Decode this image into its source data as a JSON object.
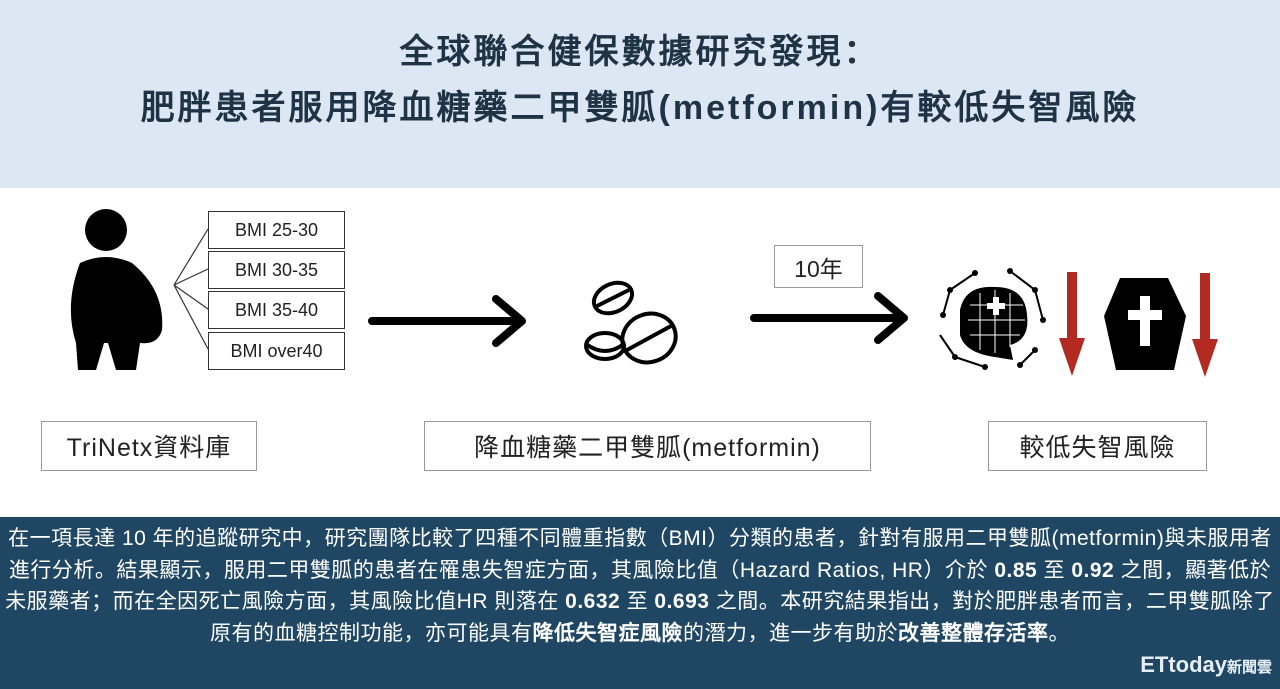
{
  "header": {
    "line1": "全球聯合健保數據研究發現：",
    "line2": "肥胖患者服用降血糖藥二甲雙胍(metformin)有較低失智風險"
  },
  "bmi_groups": [
    "BMI 25-30",
    "BMI 30-35",
    "BMI 35-40",
    "BMI over40"
  ],
  "duration": "10年",
  "labels": {
    "database": "TriNetx資料庫",
    "drug": "降血糖藥二甲雙胍(metformin)",
    "outcome": "較低失智風險"
  },
  "summary": {
    "p1": "在一項長達 10 年的追蹤研究中，研究團隊比較了四種不同體重指數（BMI）分類的患者，針對有服用二甲雙胍(metformin)與未服用者進行分析。結果顯示，服用二甲雙胍的患者在罹患失智症方面，其風險比值（Hazard Ratios, HR）介於 ",
    "hr_dementia_low": "0.85",
    "p2": " 至 ",
    "hr_dementia_high": "0.92",
    "p3": " 之間，顯著低於未服藥者；而在全因死亡風險方面，其風險比值HR 則落在 ",
    "hr_death_low": "0.632",
    "p4": " 至 ",
    "hr_death_high": "0.693",
    "p5": " 之間。本研究結果指出，對於肥胖患者而言，二甲雙胍除了原有的血糖控制功能，亦可能具有",
    "em1": "降低失智症風險",
    "p6": "的潛力，進一步有助於",
    "em2": "改善整體存活率",
    "p7": "。"
  },
  "watermark": {
    "brand": "ETtoday",
    "suffix": "新聞雲"
  },
  "colors": {
    "header_bg": "#dce7f3",
    "bottom_bg": "#1f4663",
    "arrow_red": "#b22a22"
  }
}
